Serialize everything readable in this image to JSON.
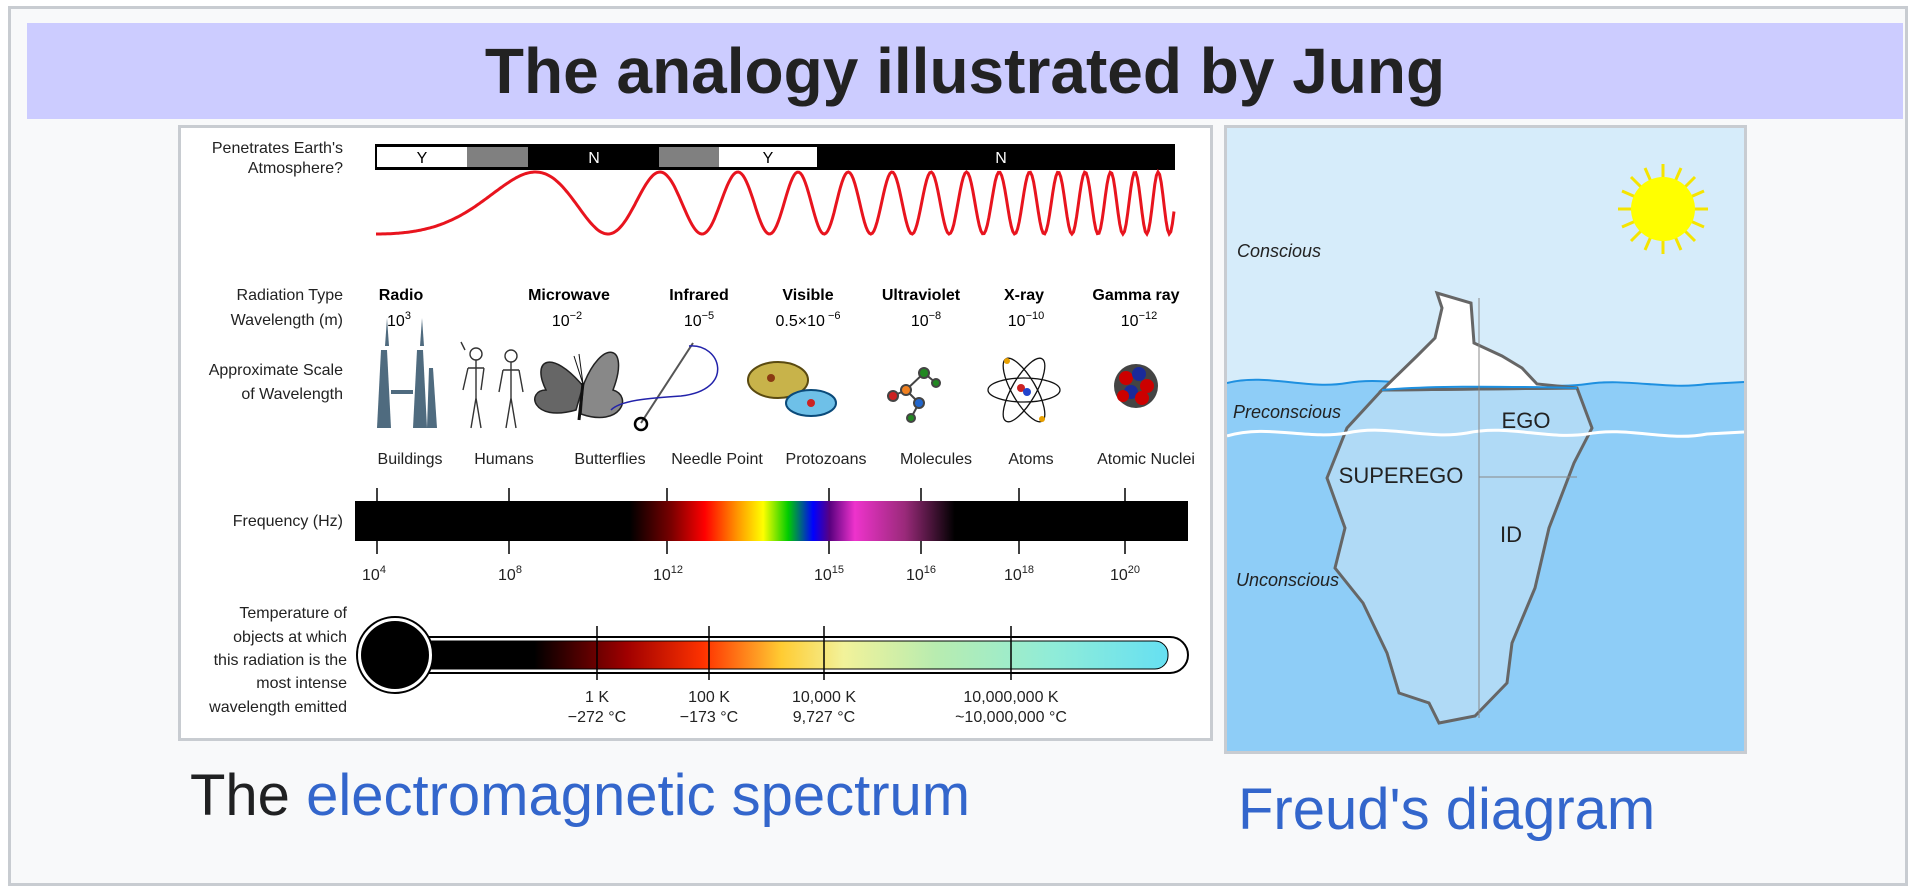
{
  "title": "The analogy illustrated by Jung",
  "spectrum": {
    "penetrates_label_1": "Penetrates Earth's",
    "penetrates_label_2": "Atmosphere?",
    "atmo_y1": "Y",
    "atmo_n1": "N",
    "atmo_y2": "Y",
    "atmo_n2": "N",
    "radiation_type_label": "Radiation Type",
    "wavelength_label": "Wavelength (m)",
    "types": [
      {
        "name": "Radio",
        "wl": "10",
        "exp": "3"
      },
      {
        "name": "Microwave",
        "wl": "10",
        "exp": "−2"
      },
      {
        "name": "Infrared",
        "wl": "10",
        "exp": "−5"
      },
      {
        "name": "Visible",
        "wl": "0.5×10",
        "exp": " −6"
      },
      {
        "name": "Ultraviolet",
        "wl": "10",
        "exp": "−8"
      },
      {
        "name": "X-ray",
        "wl": "10",
        "exp": "−10"
      },
      {
        "name": "Gamma ray",
        "wl": "10",
        "exp": "−12"
      }
    ],
    "scale_label_1": "Approximate Scale",
    "scale_label_2": "of Wavelength",
    "scale_items": [
      "Buildings",
      "Humans",
      "Butterflies",
      "Needle Point",
      "Protozoans",
      "Molecules",
      "Atoms",
      "Atomic Nuclei"
    ],
    "frequency_label": "Frequency (Hz)",
    "frequency_ticks": [
      {
        "base": "10",
        "exp": "4"
      },
      {
        "base": "10",
        "exp": "8"
      },
      {
        "base": "10",
        "exp": "12"
      },
      {
        "base": "10",
        "exp": "15"
      },
      {
        "base": "10",
        "exp": "16"
      },
      {
        "base": "10",
        "exp": "18"
      },
      {
        "base": "10",
        "exp": "20"
      }
    ],
    "temp_label": [
      "Temperature of",
      "objects at which",
      "this radiation is the",
      "most intense",
      "wavelength emitted"
    ],
    "temps": [
      {
        "k": "1 K",
        "c": "−272 °C"
      },
      {
        "k": "100 K",
        "c": "−173 °C"
      },
      {
        "k": "10,000 K",
        "c": "9,727 °C"
      },
      {
        "k": "10,000,000 K",
        "c": "~10,000,000 °C"
      }
    ]
  },
  "freud": {
    "conscious": "Conscious",
    "preconscious": "Preconscious",
    "unconscious": "Unconscious",
    "ego": "EGO",
    "superego": "SUPEREGO",
    "id": "ID"
  },
  "caption_left_prefix": "The ",
  "caption_left_link": "electromagnetic spectrum",
  "caption_right": "Freud's diagram",
  "colors": {
    "banner": "#ccccff",
    "link": "#3366cc",
    "wave": "#e8141e",
    "sky": "#d6ecfa",
    "water": "#8ecdf7"
  }
}
